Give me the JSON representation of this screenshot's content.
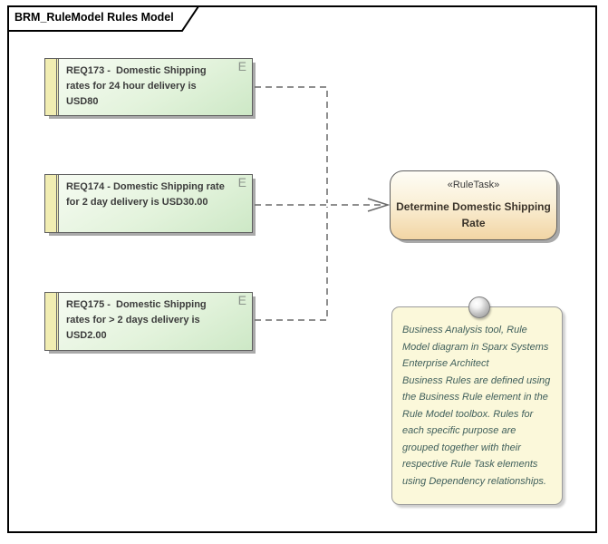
{
  "frame": {
    "title": "BRM_RuleModel Rules Model"
  },
  "requirements": [
    {
      "id": "REQ173",
      "text": "REQ173 -  Domestic Shipping rates for 24 hour delivery is USD80",
      "icon": "E"
    },
    {
      "id": "REQ174",
      "text": "REQ174 - Domestic Shipping rate for 2 day delivery is USD30.00",
      "icon": "E"
    },
    {
      "id": "REQ175",
      "text": "REQ175 -  Domestic Shipping rates for > 2 days delivery is USD2.00",
      "icon": "E"
    }
  ],
  "rule_task": {
    "stereotype": "«RuleTask»",
    "name": "Determine Domestic Shipping Rate"
  },
  "note": {
    "paragraph1": "Business Analysis tool, Rule Model diagram in Sparx Systems Enterprise Architect",
    "paragraph2": "Business Rules are defined using the Business Rule element in the Rule Model toolbox. Rules for each specific purpose are grouped together with their respective Rule Task elements using Dependency relationships."
  },
  "colors": {
    "requirement_fill_light": "#f6fbf2",
    "requirement_fill_dark": "#cde8c6",
    "requirement_strip": "#f1edb2",
    "ruletask_fill_light": "#fefdf6",
    "ruletask_fill_dark": "#f2d5a4",
    "note_fill": "#fbf8da",
    "note_text": "#41605c",
    "connector": "#6a6a6a",
    "frame_border": "#000000",
    "element_border": "#5f5f5f",
    "shadow": "#a9a9a9"
  }
}
